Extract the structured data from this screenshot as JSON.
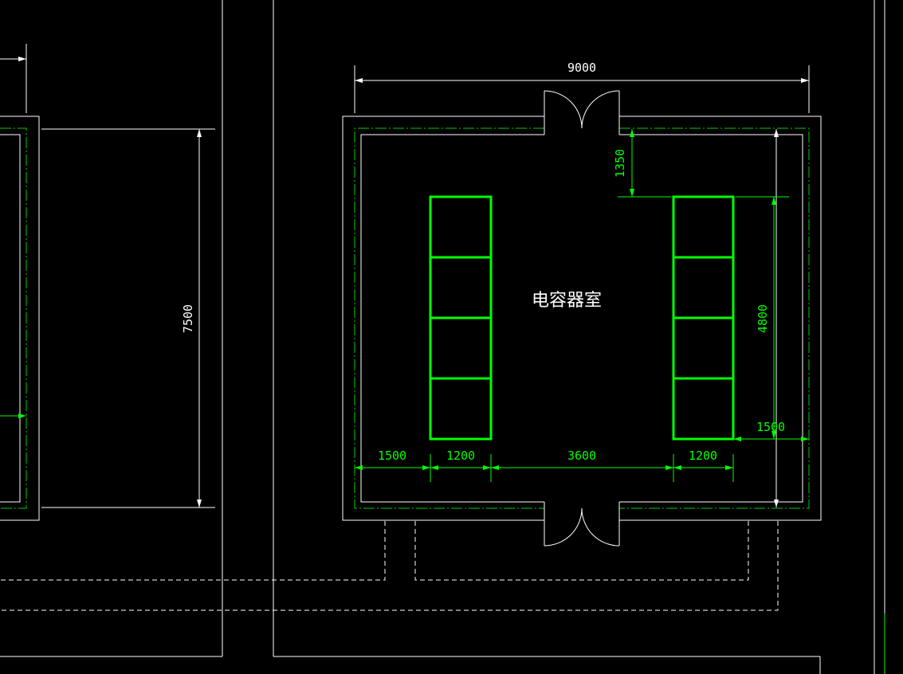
{
  "drawing": {
    "room_label": "电容器室",
    "colors": {
      "background": "#000000",
      "wall": "#ffffff",
      "equipment": "#00ff00",
      "dimension_green": "#00ff00",
      "dimension_white": "#ffffff",
      "centerline": "#00cc00"
    },
    "dimensions": {
      "room_width": "9000",
      "left_room_depth": "7500",
      "door_clearance": "1350",
      "cabinet_length": "4800",
      "side_clearance_right": "1500",
      "bottom_row": [
        "1500",
        "1200",
        "3600",
        "1200"
      ]
    },
    "cabinets": {
      "left_sections": 4,
      "right_sections": 4
    }
  }
}
